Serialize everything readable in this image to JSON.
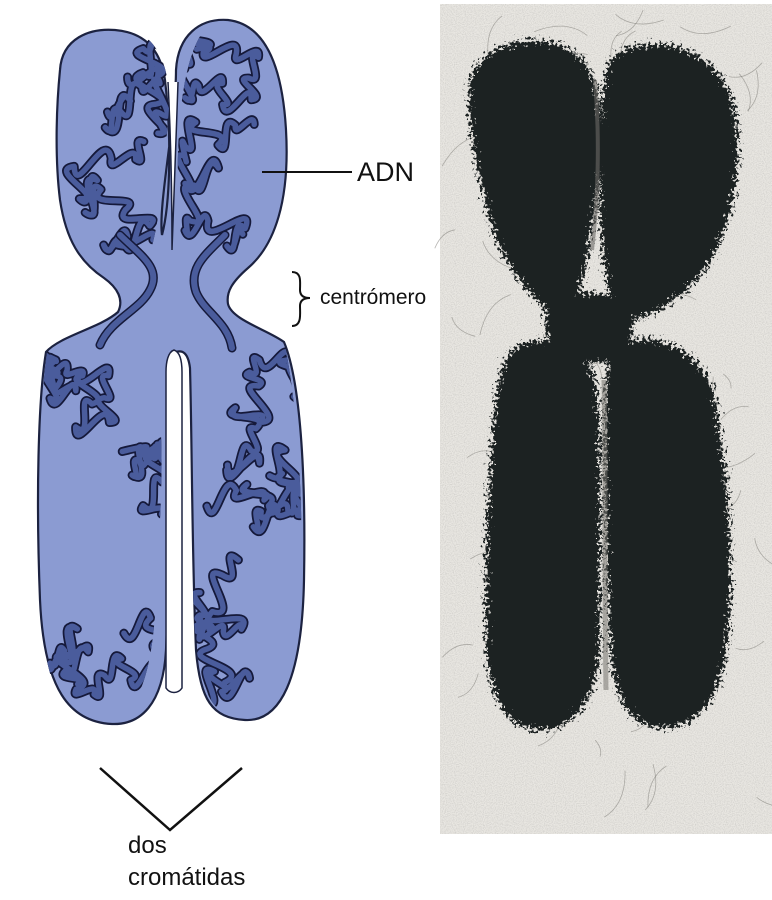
{
  "labels": {
    "adn": "ADN",
    "centromere": "centrómero",
    "sister_chromatids_line1": "dos",
    "sister_chromatids_line2": "cromátidas"
  },
  "colors": {
    "chromatid_fill": "#8b9bd2",
    "chromatid_outline": "#1c2240",
    "dna_fiber": "#4a5c9c",
    "dna_fiber_outline": "#15193a",
    "micrograph_background": "#e9e7e2",
    "micrograph_chromatin": "#1f2124",
    "label_text": "#111111"
  }
}
